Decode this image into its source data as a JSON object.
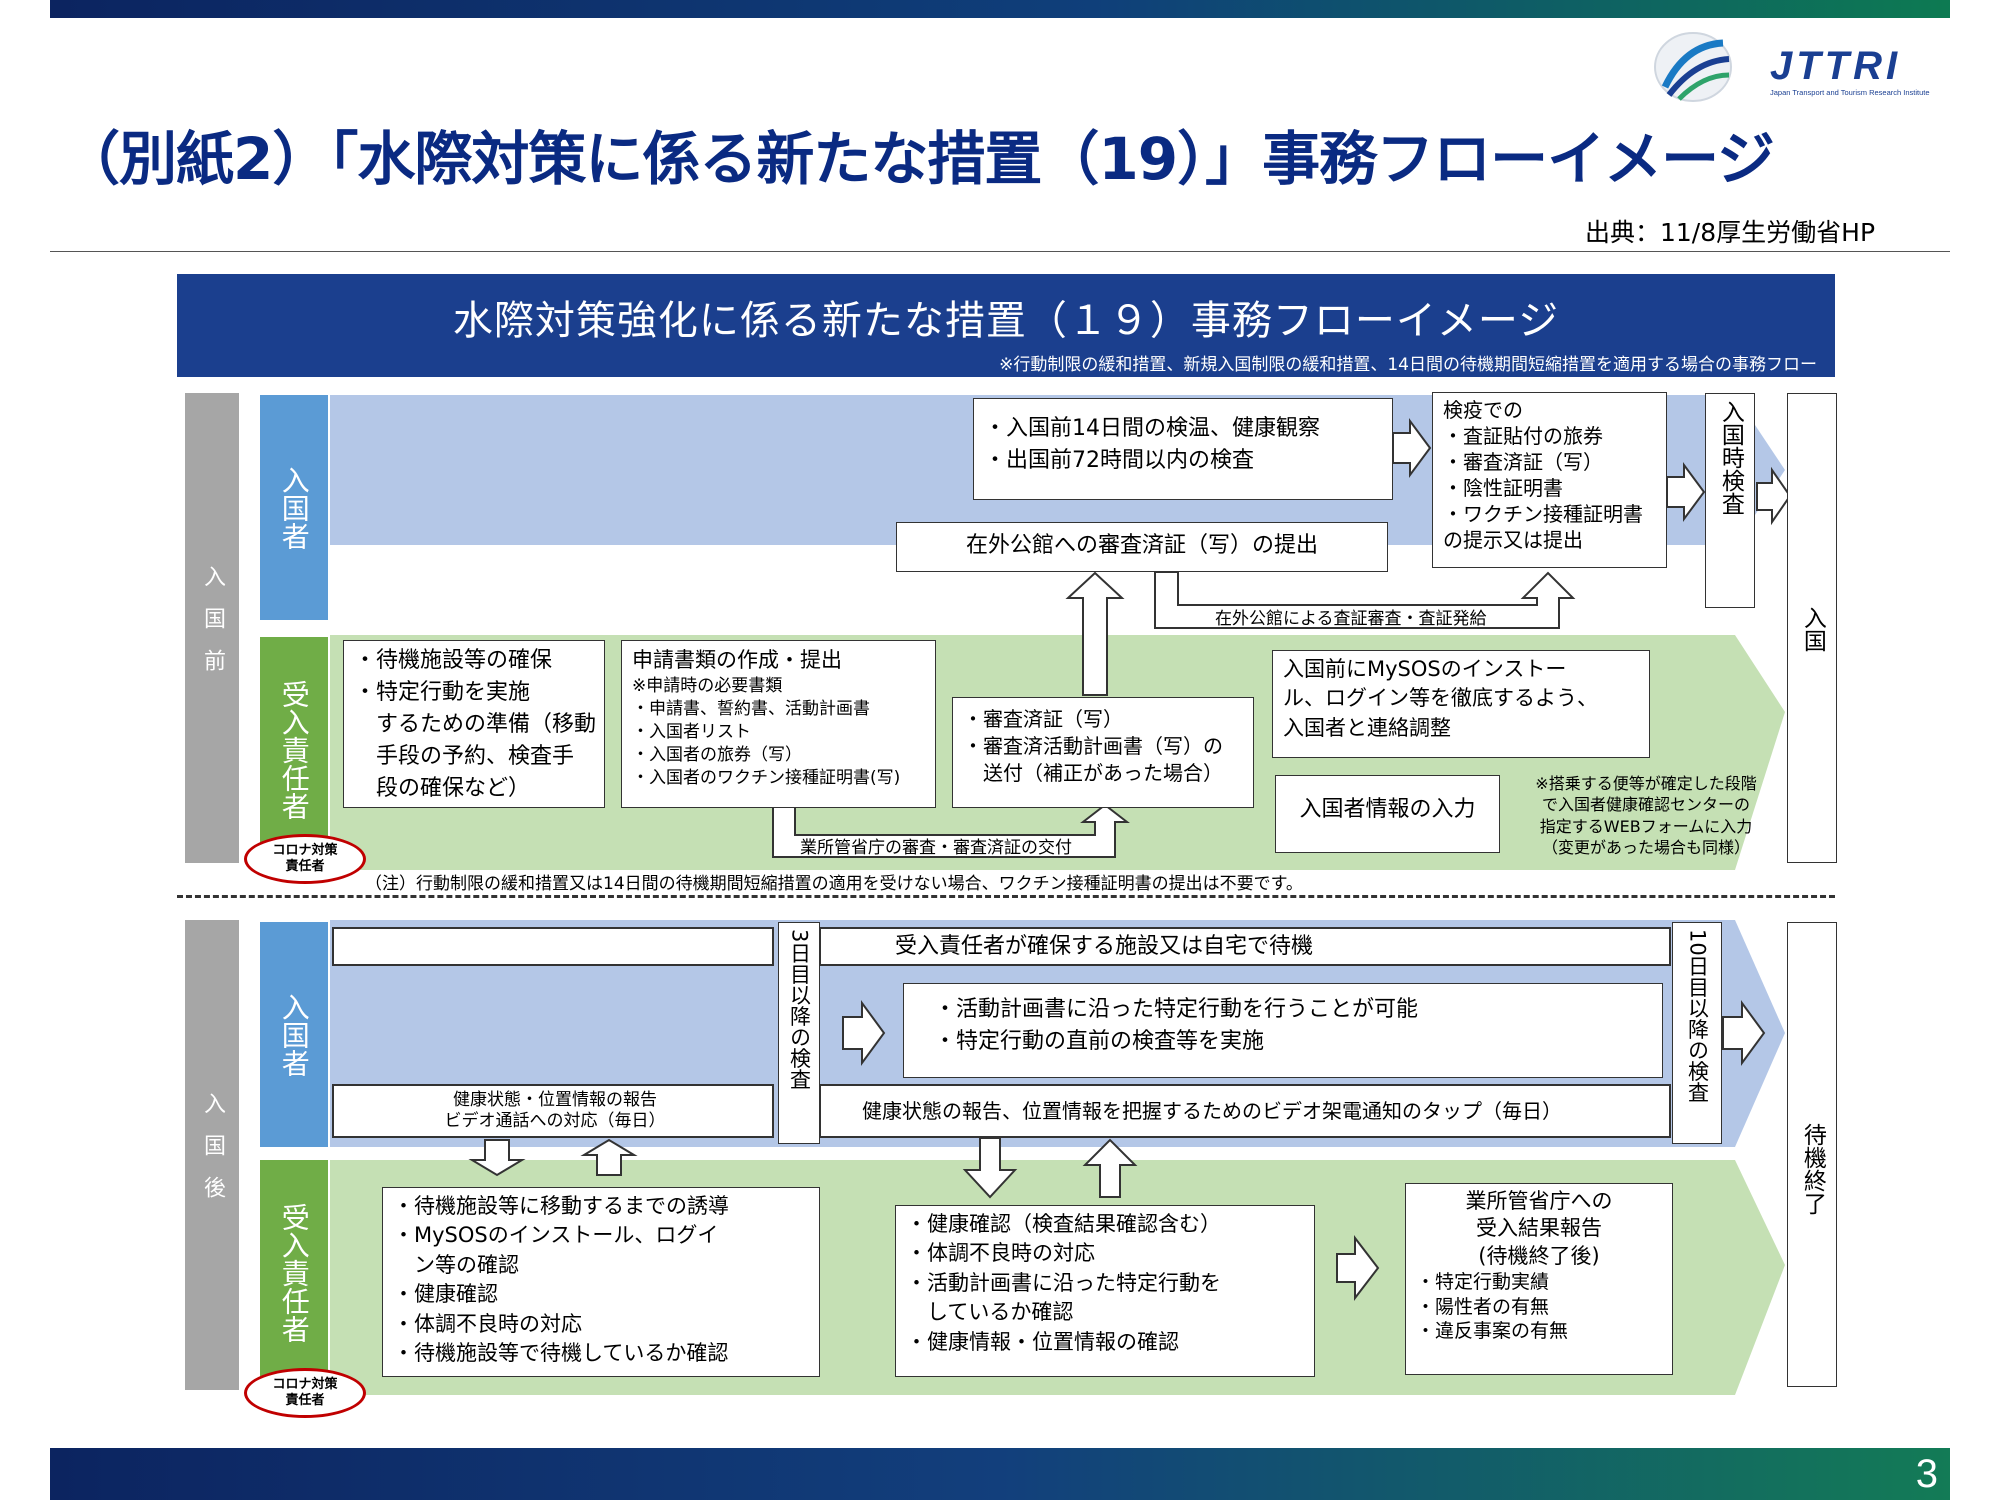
{
  "header": {
    "title": "（別紙2）「水際対策に係る新たな措置（19）」事務フローイメージ",
    "source": "出典：11/8厚生労働省HP",
    "logo_text": "JTTRI",
    "logo_subtext": "Japan Transport and Tourism Research Institute",
    "page_number": "3"
  },
  "diagram": {
    "title": "水際対策強化に係る新たな措置（１９）事務フローイメージ",
    "subtitle_note": "※行動制限の緩和措置、新規入国制限の緩和措置、14日間の待機期間短縮措置を適用する場合の事務フロー",
    "phase_before": "入国前",
    "phase_after": "入国後",
    "row_entrant": "入国者",
    "row_sponsor": "受入責任者",
    "corona_officer": "コロナ対策 責任者",
    "before": {
      "entrant_checks": [
        "・入国前14日間の検温、健康観察",
        "・出国前72時間以内の検査"
      ],
      "quarantine_docs": [
        "検疫での",
        "・査証貼付の旅券",
        "・審査済証（写）",
        "・陰性証明書",
        "・ワクチン接種証明書",
        "の提示又は提出"
      ],
      "arrival_test": "入国時検査",
      "entry": "入国",
      "embassy_submit": "在外公館への審査済証（写）の提出",
      "embassy_visa": "在外公館による査証審査・査証発給",
      "sponsor_prep": [
        "・待機施設等の確保",
        "・特定行動を実施",
        "　するための準備（移動",
        "　手段の予約、検査手",
        "　段の確保など）"
      ],
      "application_title": "申請書類の作成・提出",
      "application_items": [
        "※申請時の必要書類",
        "・申請書、誓約書、活動計画書",
        "・入国者リスト",
        "・入国者の旅券（写）",
        "・入国者のワクチン接種証明書(写)"
      ],
      "send_docs": [
        "・審査済証（写）",
        "・審査済活動計画書（写）の",
        "　送付（補正があった場合）"
      ],
      "ministry_review": "業所管省庁の審査・審査済証の交付",
      "mysos_coordination": [
        "入国前にMySOSのインストー",
        "ル、ログイン等を徹底するよう、",
        "入国者と連絡調整"
      ],
      "entrant_info_input": "入国者情報の入力",
      "input_note": [
        "※搭乗する便等が確定した段階",
        "で入国者健康確認センターの",
        "指定するWEBフォームに入力",
        "（変更があった場合も同様）"
      ],
      "footnote": "（注）行動制限の緩和措置又は14日間の待機期間短縮措置の適用を受けない場合、ワクチン接種証明書の提出は不要です。"
    },
    "after": {
      "wait_at_facility": "受入責任者が確保する施設又は自宅で待機",
      "day3_test": "3日目以降の検査",
      "day10_test": "10日目以降の検査",
      "activities": [
        "・活動計画書に沿った特定行動を行うことが可能",
        "・特定行動の直前の検査等を実施"
      ],
      "health_report": [
        "健康状態・位置情報の報告",
        "ビデオ通話への対応（毎日）"
      ],
      "video_call_tap": "健康状態の報告、位置情報を把握するためのビデオ架電通知のタップ（毎日）",
      "wait_end": "待機終了",
      "sponsor_guidance": [
        "・待機施設等に移動するまでの誘導",
        "・MySOSのインストール、ログイ",
        "　ン等の確認",
        "・健康確認",
        "・体調不良時の対応",
        "・待機施設等で待機しているか確認"
      ],
      "sponsor_checks": [
        "・健康確認（検査結果確認含む）",
        "・体調不良時の対応",
        "・活動計画書に沿った特定行動を",
        "　しているか確認",
        "・健康情報・位置情報の確認"
      ],
      "ministry_report": [
        "業所管省庁への",
        "受入結果報告",
        "(待機終了後)",
        "・特定行動実績",
        "・陽性者の有無",
        "・違反事案の有無"
      ]
    }
  },
  "colors": {
    "brand_navy": "#0c2460",
    "title_blue": "#0a2a82",
    "banner_blue": "#1b3f8e",
    "entrant_lane": "#b4c7e7",
    "sponsor_lane": "#c5e0b4",
    "entrant_label": "#5b9bd5",
    "sponsor_label": "#70ad47",
    "officer_ring": "#c00000"
  }
}
